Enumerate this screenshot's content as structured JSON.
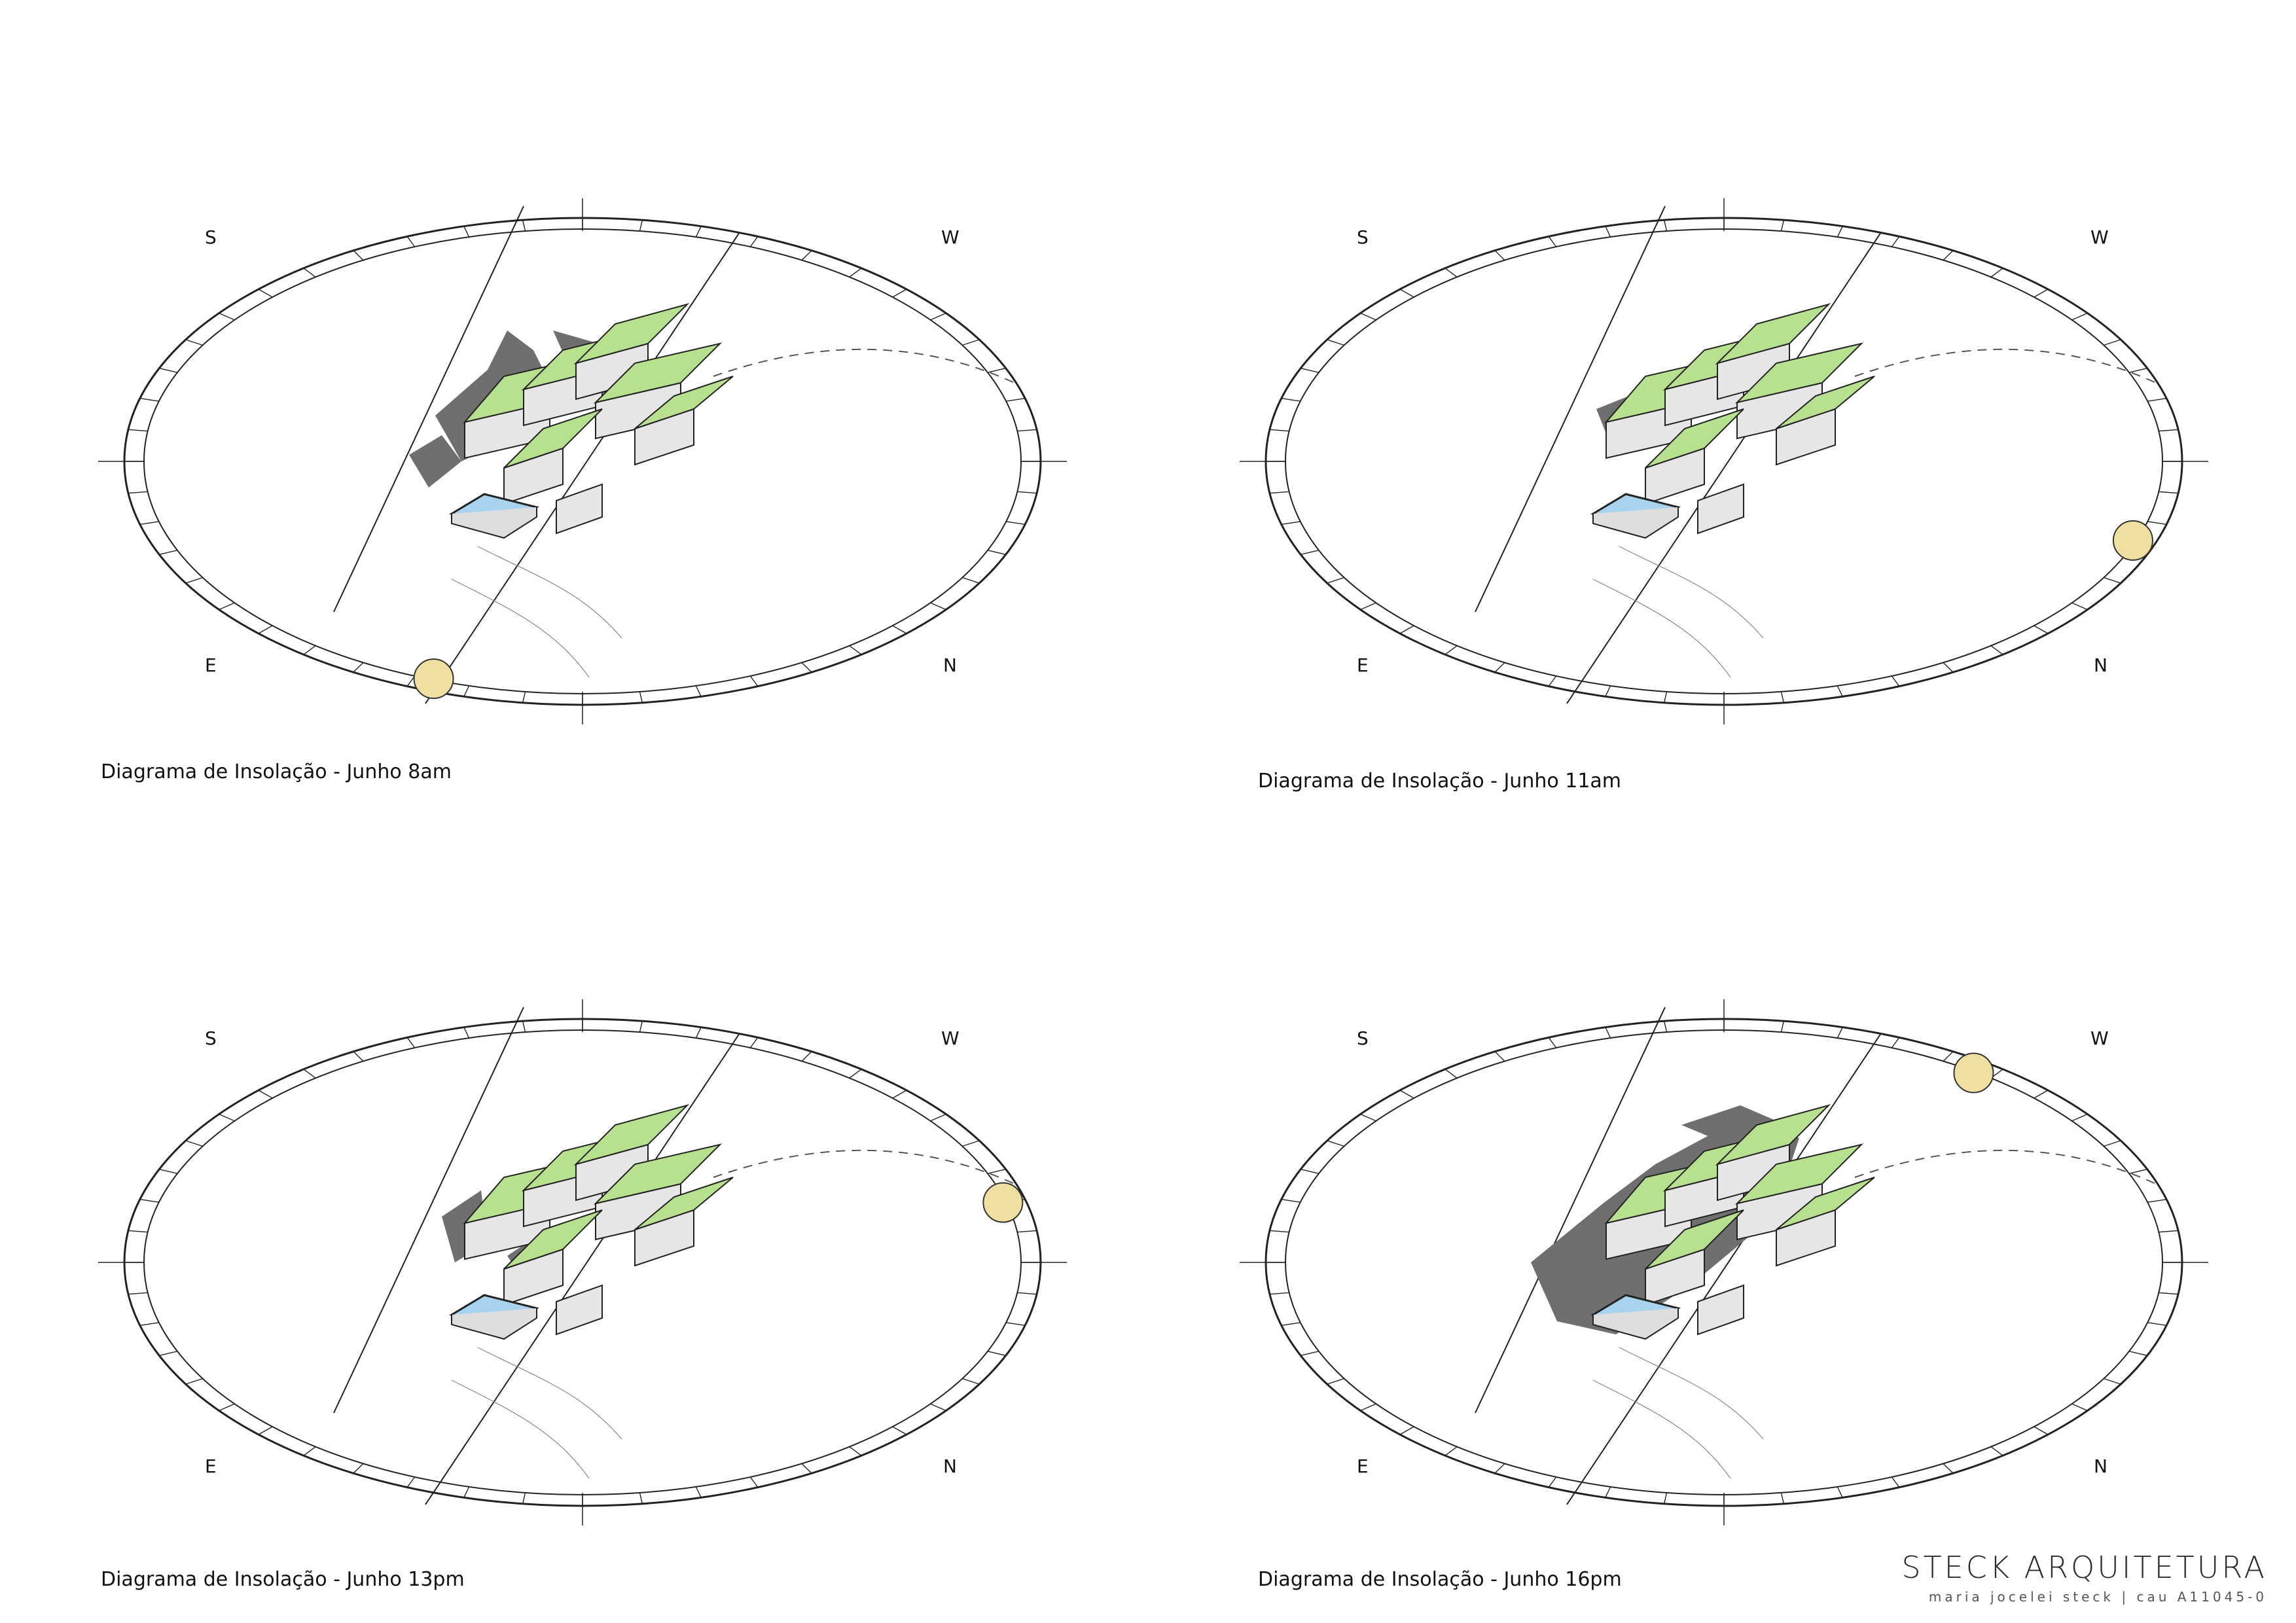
{
  "panels": [
    {
      "caption": "Diagrama de Insolação - Junho 8am",
      "compass": {
        "S": "S",
        "W": "W",
        "E": "E",
        "N": "N"
      },
      "sun_angle_deg": 110,
      "shadow": "north-west"
    },
    {
      "caption": "Diagrama de Insolação - Junho 11am",
      "compass": {
        "S": "S",
        "W": "W",
        "E": "E",
        "N": "N"
      },
      "sun_angle_deg": 20,
      "shadow": "west-small"
    },
    {
      "caption": "Diagrama de Insolação - Junho 13pm",
      "compass": {
        "S": "S",
        "W": "W",
        "E": "E",
        "N": "N"
      },
      "sun_angle_deg": -15,
      "shadow": "south-small"
    },
    {
      "caption": "Diagrama de Insolação - Junho 16pm",
      "compass": {
        "S": "S",
        "W": "W",
        "E": "E",
        "N": "N"
      },
      "sun_angle_deg": -55,
      "shadow": "south-east-large"
    }
  ],
  "colors": {
    "sun": "#efe0a2",
    "sun_stroke": "#333333",
    "roof_green": "#b7e08f",
    "shadow": "#6f6f6f",
    "pool": "#a8d3ee",
    "wall": "#e6e6e6",
    "line": "#222222"
  },
  "brand": {
    "name": "STECK ARQUITETURA",
    "subtitle": "maria jocelei steck | cau A11045-0"
  }
}
